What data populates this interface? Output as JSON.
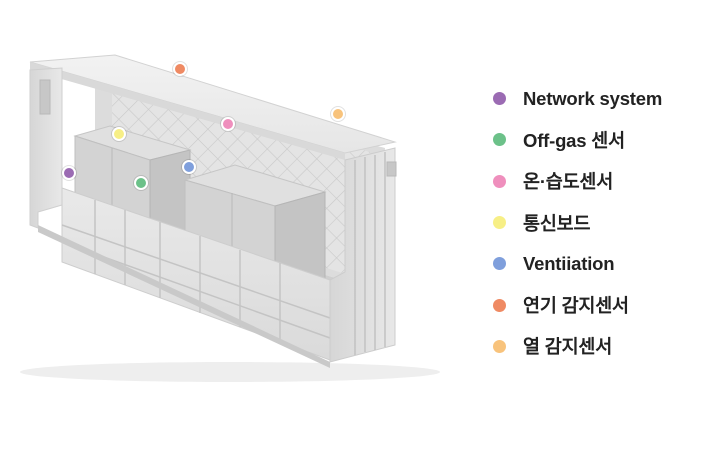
{
  "legend": {
    "items": [
      {
        "label": "Network system",
        "color": "#9b6bb3",
        "icon": "network-dot"
      },
      {
        "label": "Off-gas 센서",
        "color": "#6cc189",
        "icon": "off-gas-dot"
      },
      {
        "label": "온·습도센서",
        "color": "#ef8fbd",
        "icon": "humidity-dot"
      },
      {
        "label": "통신보드",
        "color": "#f7ef86",
        "icon": "comm-board-dot"
      },
      {
        "label": "Ventiiation",
        "color": "#7f9fdc",
        "icon": "ventilation-dot"
      },
      {
        "label": "연기 감지센서",
        "color": "#ef8a63",
        "icon": "smoke-dot"
      },
      {
        "label": "열 감지센서",
        "color": "#f8c37c",
        "icon": "heat-dot"
      }
    ]
  },
  "markers": [
    {
      "sensor": "network",
      "color": "#9b6bb3"
    },
    {
      "sensor": "off-gas",
      "color": "#6cc189"
    },
    {
      "sensor": "humidity",
      "color": "#ef8fbd"
    },
    {
      "sensor": "comm-board",
      "color": "#f7ef86"
    },
    {
      "sensor": "ventilation",
      "color": "#7f9fdc"
    },
    {
      "sensor": "smoke",
      "color": "#ef8a63"
    },
    {
      "sensor": "heat",
      "color": "#f8c37c"
    }
  ]
}
